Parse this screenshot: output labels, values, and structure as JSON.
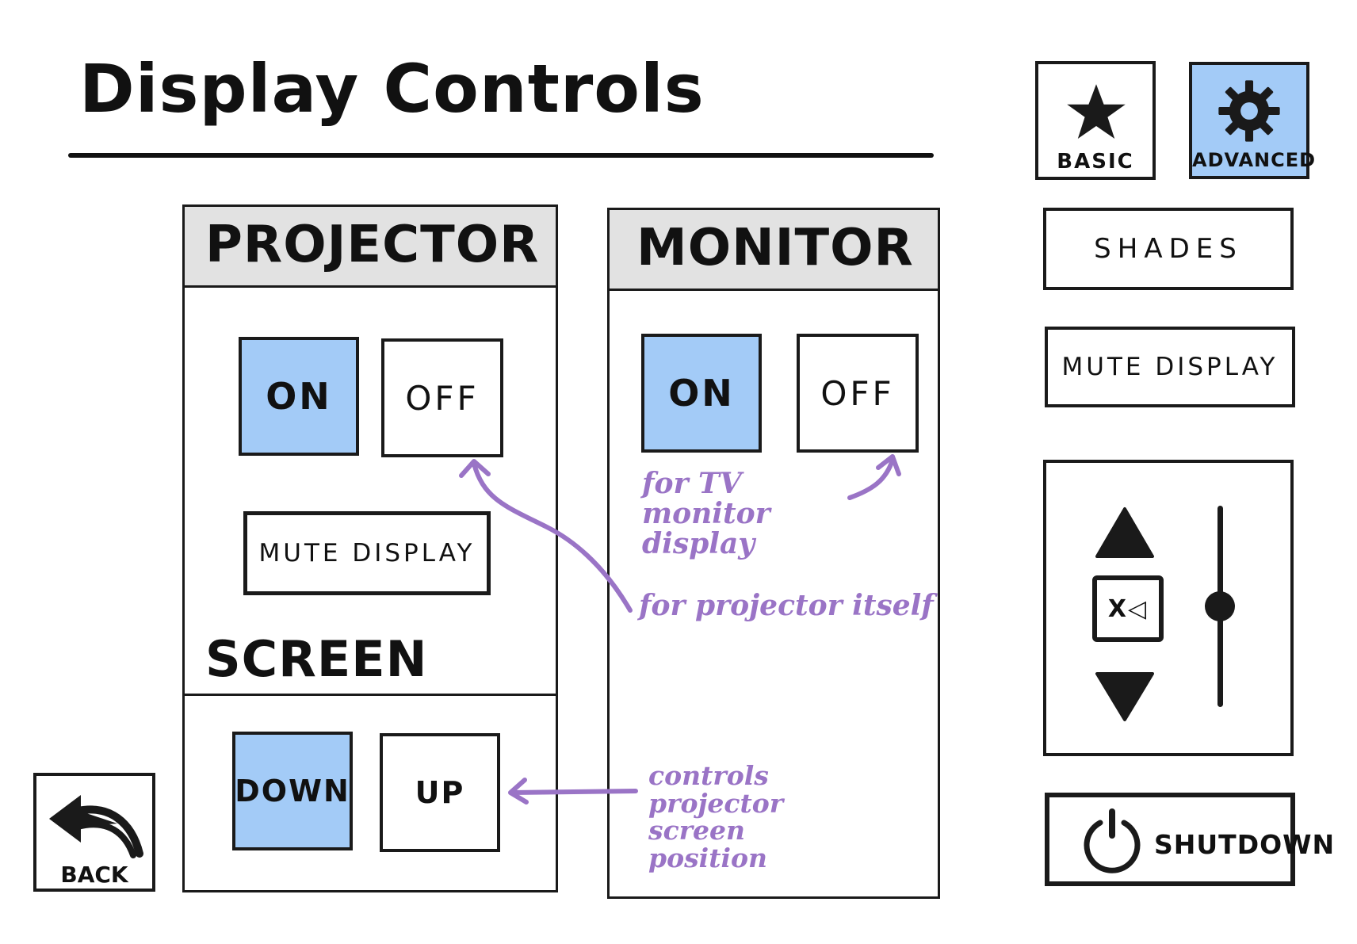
{
  "page": {
    "title": "Display Controls"
  },
  "mode_tabs": {
    "basic_label": "BASIC",
    "advanced_label": "ADVANCED",
    "selected": "advanced"
  },
  "projector": {
    "title": "PROJECTOR",
    "on_label": "ON",
    "off_label": "OFF",
    "mute_label": "MUTE DISPLAY",
    "power_state": "on",
    "screen": {
      "title": "SCREEN",
      "down_label": "DOWN",
      "up_label": "UP",
      "state": "down"
    }
  },
  "monitor": {
    "title": "MONITOR",
    "on_label": "ON",
    "off_label": "OFF",
    "power_state": "on"
  },
  "sidebar": {
    "shades_label": "SHADES",
    "mute_label": "MUTE DISPLAY",
    "mute_volume_label": "X◁",
    "volume_level": 0.5,
    "shutdown_label": "SHUTDOWN"
  },
  "back": {
    "label": "BACK"
  },
  "annotations": {
    "monitor_note": "for TV monitor display",
    "projector_note": "for projector itself",
    "screen_note": "controls projector screen position"
  },
  "colors": {
    "selected_fill": "#a3cbf7",
    "header_fill": "#e2e2e2",
    "annotation": "#9a74c6",
    "ink": "#1a1a1a"
  }
}
